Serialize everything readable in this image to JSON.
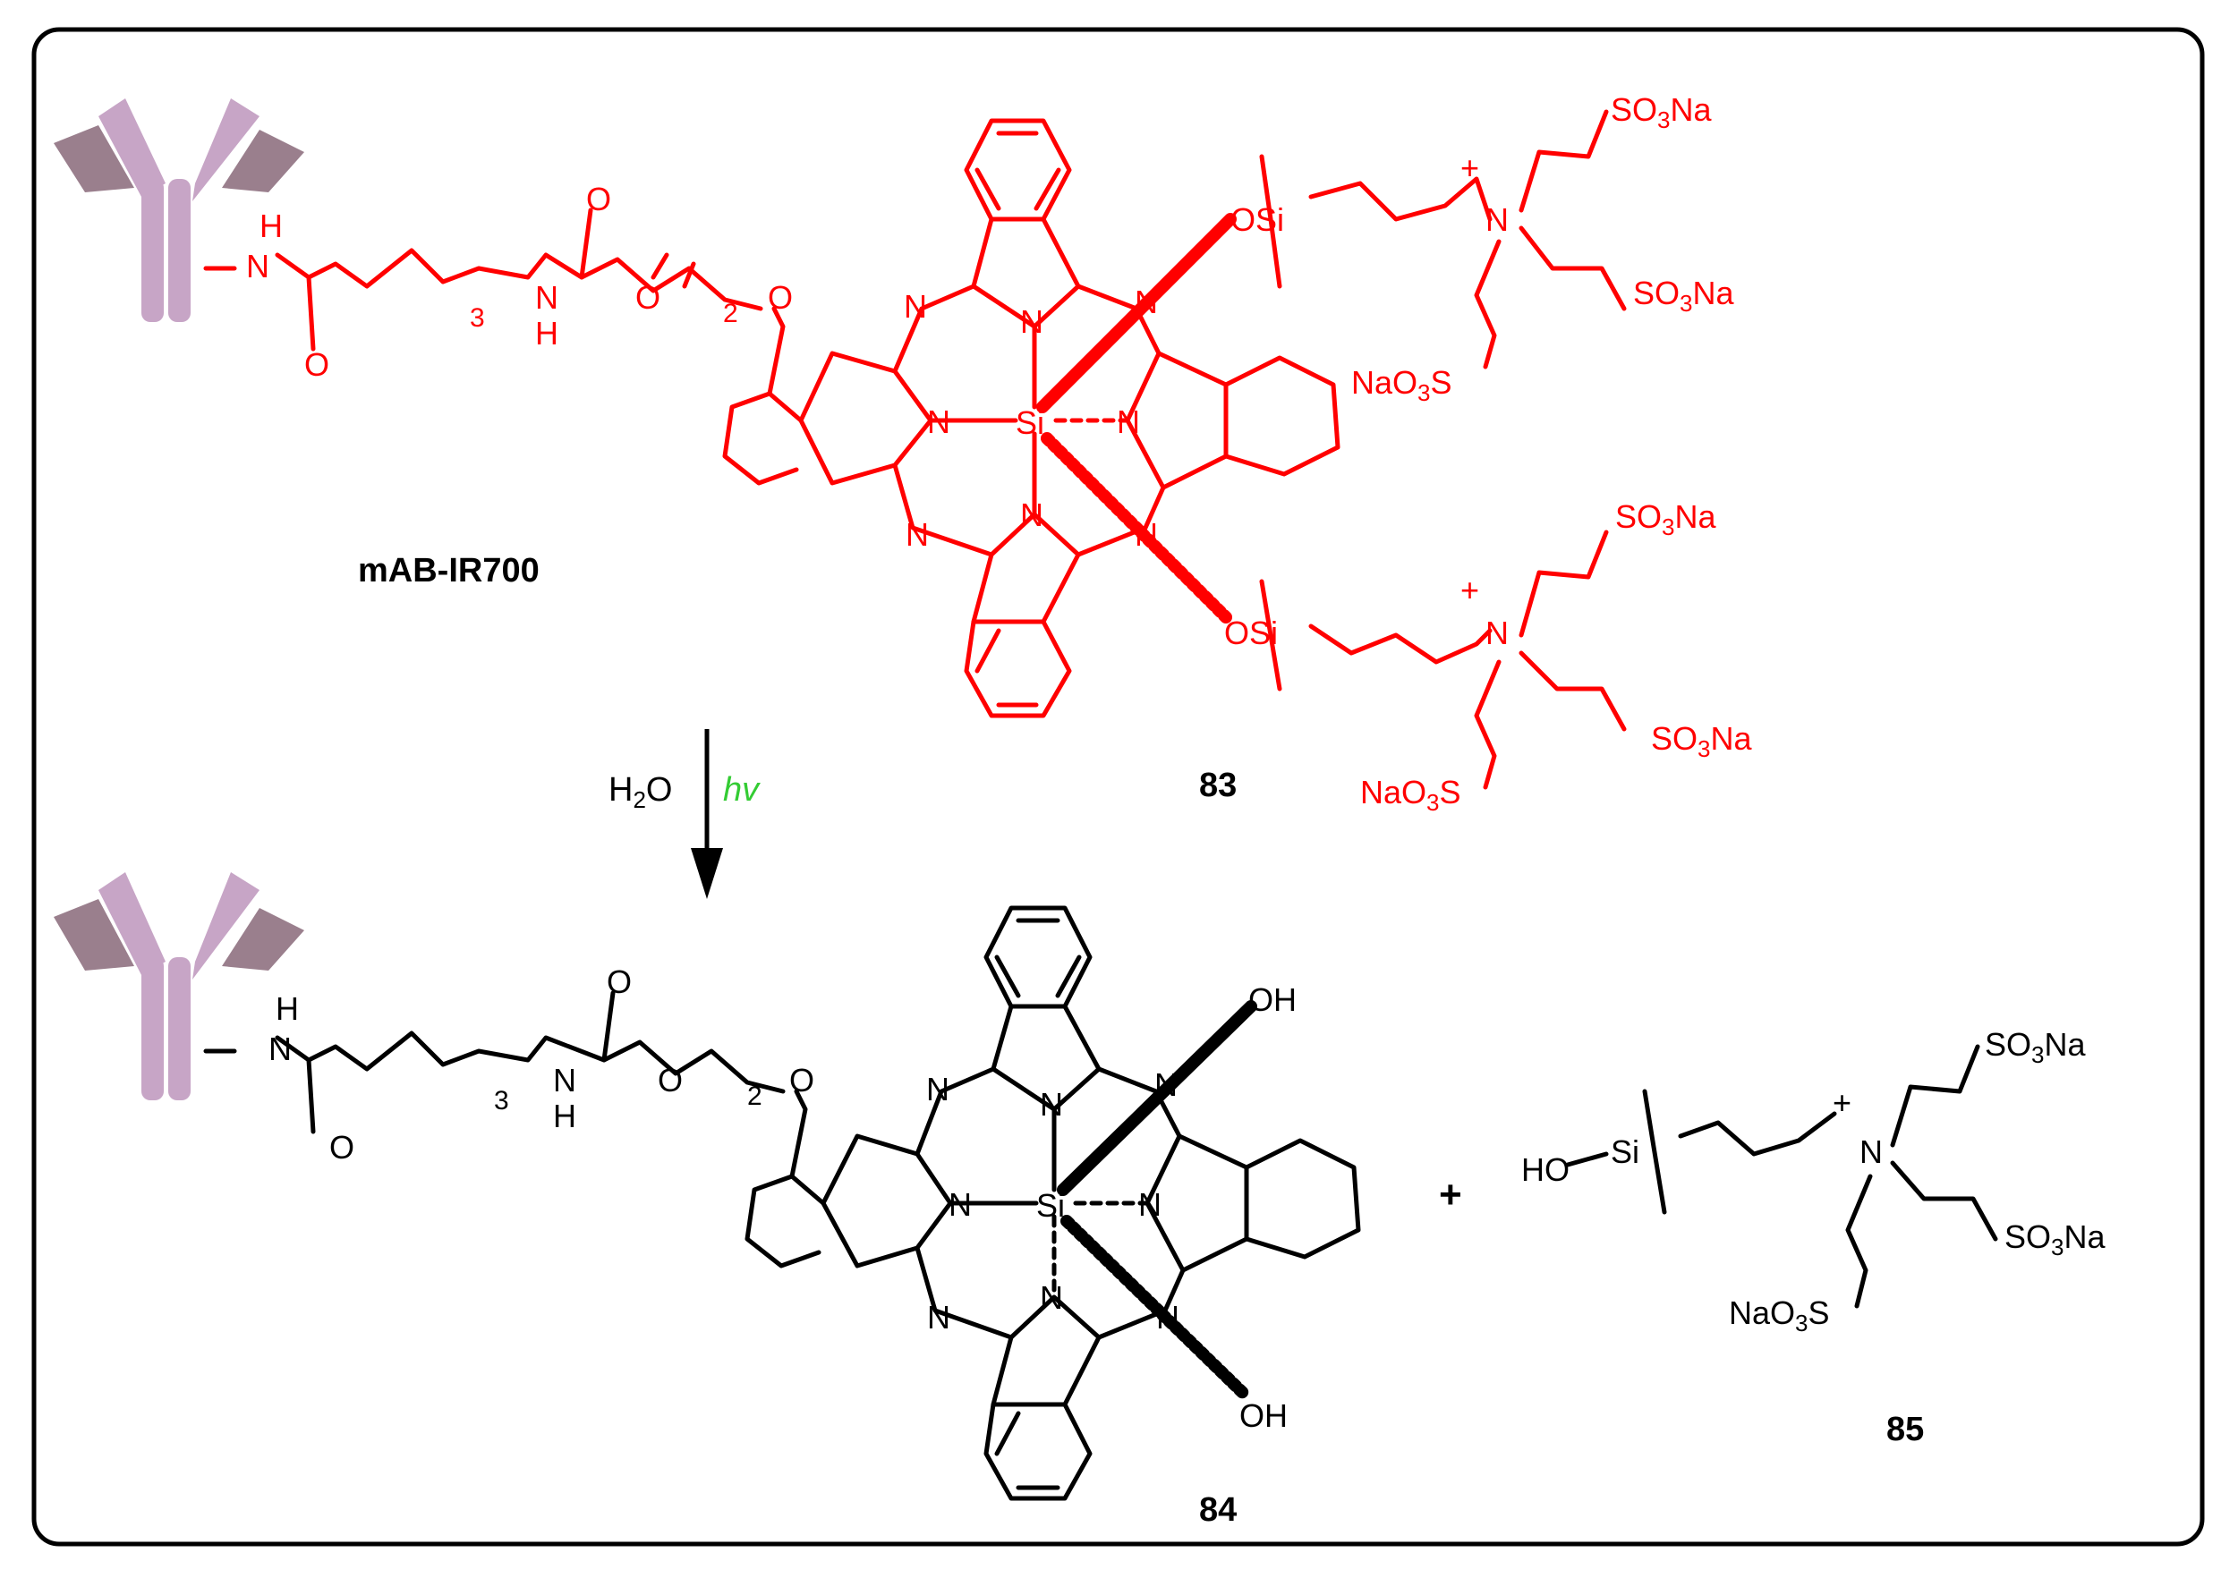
{
  "labels": {
    "conjugate_name": "mAB-IR700",
    "compound_83": "83",
    "compound_84": "84",
    "compound_85": "85",
    "reagent_water": "H2O",
    "reagent_light": "hv",
    "plus_sign": "+"
  },
  "atoms": {
    "amide_N": "N",
    "amide_H": "H",
    "amide_O": "O",
    "carbamate_N": "N",
    "carbamate_H": "H",
    "carbamate_O": "O",
    "ester_O": "O",
    "ether_O": "O",
    "subscript_3": "3",
    "subscript_2": "2",
    "pc_N": "N",
    "pc_Si": "Si",
    "axial_OSi": "OSi",
    "quat_N": "N",
    "charge_plus": "+",
    "sulfonate": "SO3Na",
    "sulfonate_left": "NaO3S",
    "hydroxyl": "OH",
    "silanol": "HO"
  },
  "colors": {
    "reactant": "#ff0000",
    "product": "#000000",
    "light": "#33cc33",
    "antibody_light": "#c7a5c6",
    "antibody_dark": "#9a7f8d",
    "frame": "#000000"
  }
}
